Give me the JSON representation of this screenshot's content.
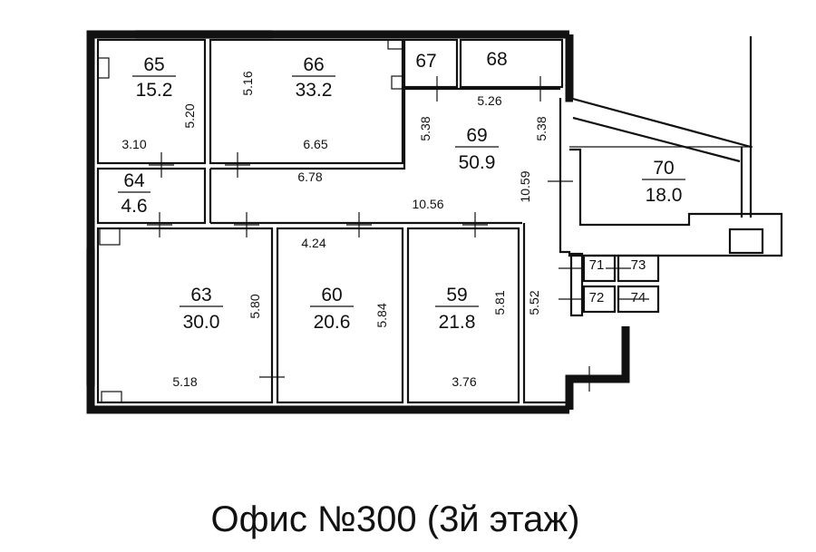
{
  "title": "Офис №300 (3й этаж)",
  "rooms": {
    "r65": {
      "number": "65",
      "area": "15.2"
    },
    "r66": {
      "number": "66",
      "area": "33.2"
    },
    "r67": {
      "number": "67"
    },
    "r68": {
      "number": "68"
    },
    "r69": {
      "number": "69",
      "area": "50.9"
    },
    "r70": {
      "number": "70",
      "area": "18.0"
    },
    "r64": {
      "number": "64",
      "area": "4.6"
    },
    "r63": {
      "number": "63",
      "area": "30.0"
    },
    "r60": {
      "number": "60",
      "area": "20.6"
    },
    "r59": {
      "number": "59",
      "area": "21.8"
    },
    "r71": {
      "number": "71"
    },
    "r72": {
      "number": "72"
    },
    "r73": {
      "number": "73"
    },
    "r74": {
      "number": "74"
    }
  },
  "dimensions": {
    "d520": "5.20",
    "d310": "3.10",
    "d516": "5.16",
    "d665": "6.65",
    "d526": "5.26",
    "d538a": "5.38",
    "d538b": "5.38",
    "d678": "6.78",
    "d1059": "10.59",
    "d1056": "10.56",
    "d424": "4.24",
    "d580": "5.80",
    "d584": "5.84",
    "d581": "5.81",
    "d552": "5.52",
    "d518": "5.18",
    "d376": "3.76"
  }
}
